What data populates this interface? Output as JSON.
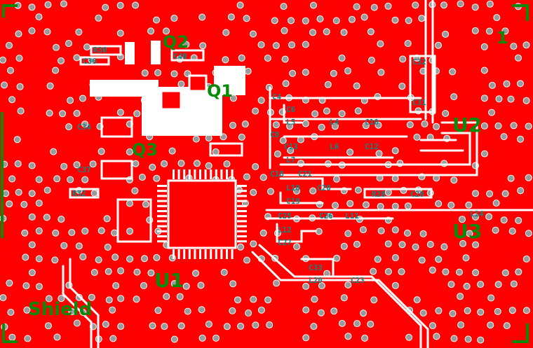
{
  "colors": {
    "copper": "#ff0000",
    "trace": "#ffffff",
    "silkscreen": "#0a8a0a",
    "reference": "#108585",
    "via": "#9a9a9a"
  },
  "labels": {
    "q2": "Q2",
    "q1": "Q1",
    "q3": "Q3",
    "u1": "U1",
    "u2": "U2",
    "u3": "U3",
    "shield": "Shield",
    "pin1": "1"
  },
  "refs": {
    "r30": "R30",
    "c36": "C36",
    "c40": "C40",
    "c34": "C34",
    "c37": "C37",
    "r32": "R32",
    "c32": "C32",
    "c31": "C31",
    "c4": "C4",
    "c6": "C6",
    "l5": "L5",
    "c11": "C11",
    "l4": "L4",
    "c10": "C10",
    "c8": "C8",
    "c13": "C13",
    "l6": "L6",
    "c12": "C12",
    "c14": "C14",
    "l7": "L7",
    "c18": "C18",
    "c21": "C21",
    "l10": "L10",
    "c20": "C20",
    "c19": "C19",
    "c25": "C25",
    "c26": "C26",
    "l11": "L11",
    "c24": "C24",
    "l12": "L12",
    "c27": "C27",
    "r28": "R28",
    "r29": "R29",
    "c28": "C28",
    "l14": "L14",
    "c33": "C33",
    "l20": "L20",
    "c23": "C23"
  }
}
